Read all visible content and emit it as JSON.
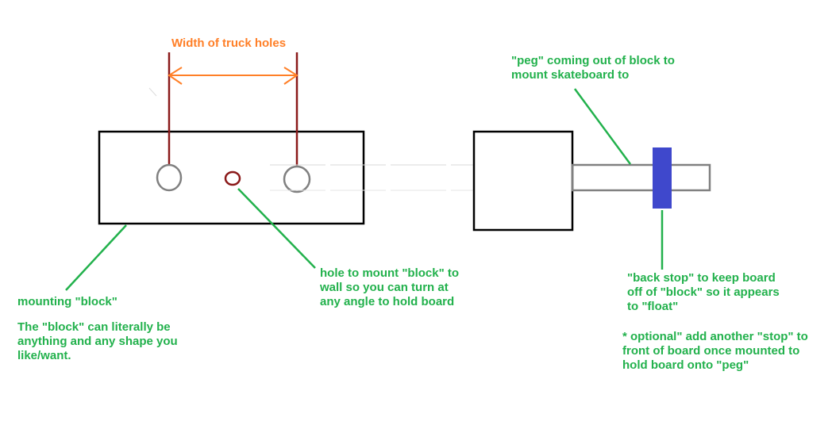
{
  "colors": {
    "label_green": "#22b14c",
    "label_orange": "#ff7f27",
    "truck_line": "#8b1a1a",
    "hole_gray": "#808080",
    "mount_hole": "#8b1a1a",
    "back_stop": "#3f48cc",
    "outline": "#000000",
    "leader": "#22b14c"
  },
  "labels": {
    "truck_width": "Width of truck holes",
    "peg": "\"peg\" coming out of block to\nmount skateboard to",
    "mounting_block": "mounting \"block\"",
    "block_note": "The \"block\" can literally be\nanything and any shape you\nlike/want.",
    "mount_hole": "hole to mount \"block\" to\nwall so you can turn at\nany angle to hold board",
    "back_stop": "\"back stop\" to keep board\noff of \"block\" so it appears\nto \"float\"",
    "optional_stop": "* optional\" add another \"stop\" to\nfront of board once mounted to\nhold board onto \"peg\""
  }
}
